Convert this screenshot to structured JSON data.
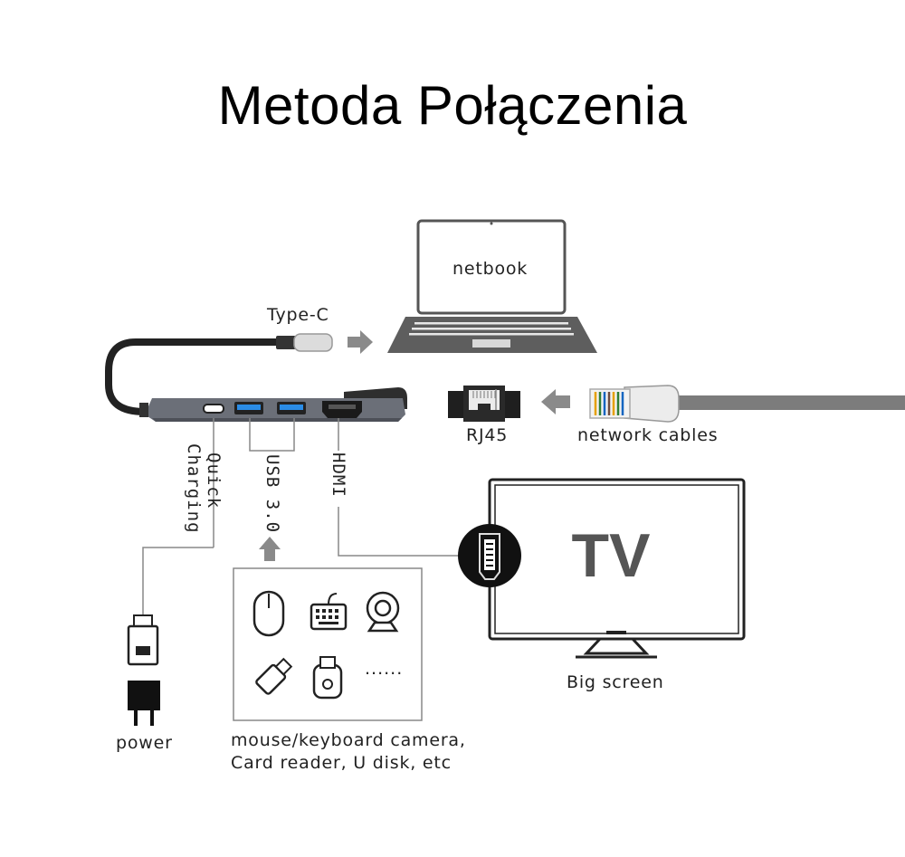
{
  "title": "Metoda Połączenia",
  "labels": {
    "netbook": "netbook",
    "type_c": "Type-C",
    "rj45": "RJ45",
    "network_cables": "network cables",
    "quick_charging_1": "Quick",
    "quick_charging_2": "Charging",
    "usb": "USB 3.0",
    "hdmi": "HDMI",
    "tv": "TV",
    "big_screen": "Big screen",
    "power": "power",
    "devices_line1": "mouse/keyboard camera,",
    "devices_line2": "Card reader, U disk, etc",
    "dots": "......"
  },
  "icons": [
    "laptop-icon",
    "usb-c-hub-icon",
    "rj45-port-icon",
    "network-cable-icon",
    "tv-icon",
    "hdmi-port-icon",
    "usb-plug-icon",
    "power-adapter-icon",
    "mouse-icon",
    "keyboard-icon",
    "webcam-icon",
    "usb-stick-icon",
    "card-reader-icon"
  ],
  "colors": {
    "line": "#555555",
    "hub": "#6b6f78",
    "arrow": "#888888"
  }
}
